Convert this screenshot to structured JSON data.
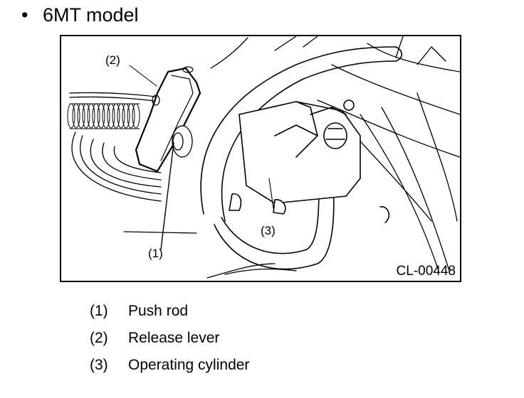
{
  "heading": {
    "bullet": "•",
    "text": "6MT model"
  },
  "figure": {
    "id": "CL-00448",
    "callouts": [
      {
        "num": "(2)"
      },
      {
        "num": "(1)"
      },
      {
        "num": "(3)"
      }
    ]
  },
  "legend": [
    {
      "num": "(1)",
      "label": "Push rod"
    },
    {
      "num": "(2)",
      "label": "Release lever"
    },
    {
      "num": "(3)",
      "label": "Operating cylinder"
    }
  ]
}
